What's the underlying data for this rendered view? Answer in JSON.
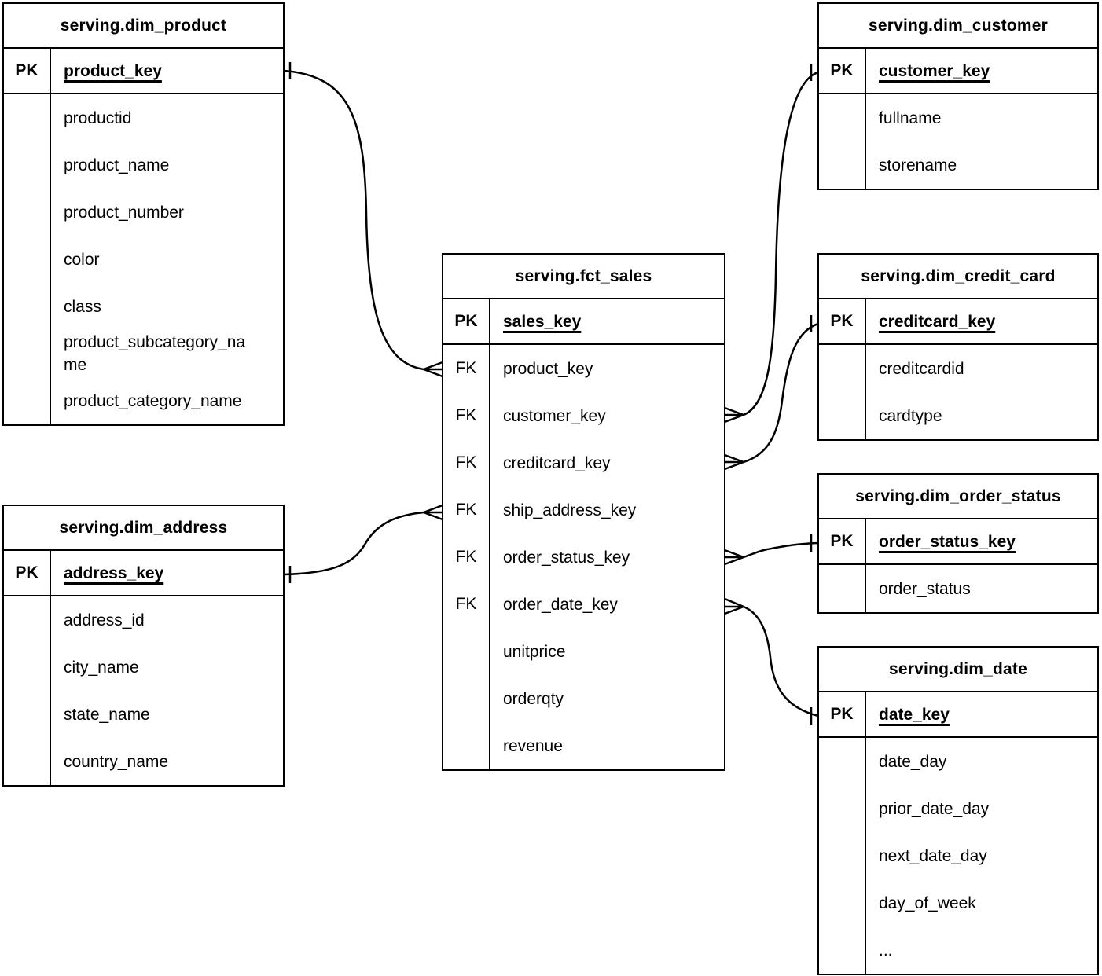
{
  "diagram": {
    "colors": {
      "background": "#ffffff",
      "line": "#000000",
      "text": "#000000"
    },
    "tables": [
      {
        "title": "serving.dim_product",
        "pk": {
          "label": "PK",
          "field": "product_key"
        },
        "fields": [
          {
            "label": "",
            "name": "productid"
          },
          {
            "label": "",
            "name": "product_name"
          },
          {
            "label": "",
            "name": "product_number"
          },
          {
            "label": "",
            "name": "color"
          },
          {
            "label": "",
            "name": "class"
          },
          {
            "label": "",
            "name": "product_subcategory_name"
          },
          {
            "label": "",
            "name": "product_category_name"
          }
        ]
      },
      {
        "title": "serving.dim_address",
        "pk": {
          "label": "PK",
          "field": "address_key"
        },
        "fields": [
          {
            "label": "",
            "name": "address_id"
          },
          {
            "label": "",
            "name": "city_name"
          },
          {
            "label": "",
            "name": "state_name"
          },
          {
            "label": "",
            "name": "country_name"
          }
        ]
      },
      {
        "title": "serving.fct_sales",
        "pk": {
          "label": "PK",
          "field": "sales_key"
        },
        "fields": [
          {
            "label": "FK",
            "name": "product_key"
          },
          {
            "label": "FK",
            "name": "customer_key"
          },
          {
            "label": "FK",
            "name": "creditcard_key"
          },
          {
            "label": "FK",
            "name": "ship_address_key"
          },
          {
            "label": "FK",
            "name": "order_status_key"
          },
          {
            "label": "FK",
            "name": "order_date_key"
          },
          {
            "label": "",
            "name": "unitprice"
          },
          {
            "label": "",
            "name": "orderqty"
          },
          {
            "label": "",
            "name": "revenue"
          }
        ]
      },
      {
        "title": "serving.dim_customer",
        "pk": {
          "label": "PK",
          "field": "customer_key"
        },
        "fields": [
          {
            "label": "",
            "name": "fullname"
          },
          {
            "label": "",
            "name": "storename"
          }
        ]
      },
      {
        "title": "serving.dim_credit_card",
        "pk": {
          "label": "PK",
          "field": "creditcard_key"
        },
        "fields": [
          {
            "label": "",
            "name": "creditcardid"
          },
          {
            "label": "",
            "name": "cardtype"
          }
        ]
      },
      {
        "title": "serving.dim_order_status",
        "pk": {
          "label": "PK",
          "field": "order_status_key"
        },
        "fields": [
          {
            "label": "",
            "name": "order_status"
          }
        ]
      },
      {
        "title": "serving.dim_date",
        "pk": {
          "label": "PK",
          "field": "date_key"
        },
        "fields": [
          {
            "label": "",
            "name": "date_day"
          },
          {
            "label": "",
            "name": "prior_date_day"
          },
          {
            "label": "",
            "name": "next_date_day"
          },
          {
            "label": "",
            "name": "day_of_week"
          },
          {
            "label": "",
            "name": "..."
          }
        ]
      }
    ],
    "relations": [
      {
        "from_table": "serving.fct_sales",
        "from_field": "product_key",
        "from_cardinality": "many",
        "to_table": "serving.dim_product",
        "to_field": "product_key",
        "to_cardinality": "one"
      },
      {
        "from_table": "serving.fct_sales",
        "from_field": "ship_address_key",
        "from_cardinality": "many",
        "to_table": "serving.dim_address",
        "to_field": "address_key",
        "to_cardinality": "one"
      },
      {
        "from_table": "serving.fct_sales",
        "from_field": "customer_key",
        "from_cardinality": "many",
        "to_table": "serving.dim_customer",
        "to_field": "customer_key",
        "to_cardinality": "one"
      },
      {
        "from_table": "serving.fct_sales",
        "from_field": "creditcard_key",
        "from_cardinality": "many",
        "to_table": "serving.dim_credit_card",
        "to_field": "creditcard_key",
        "to_cardinality": "one"
      },
      {
        "from_table": "serving.fct_sales",
        "from_field": "order_status_key",
        "from_cardinality": "many",
        "to_table": "serving.dim_order_status",
        "to_field": "order_status_key",
        "to_cardinality": "one"
      },
      {
        "from_table": "serving.fct_sales",
        "from_field": "order_date_key",
        "from_cardinality": "many",
        "to_table": "serving.dim_date",
        "to_field": "date_key",
        "to_cardinality": "one"
      }
    ]
  }
}
